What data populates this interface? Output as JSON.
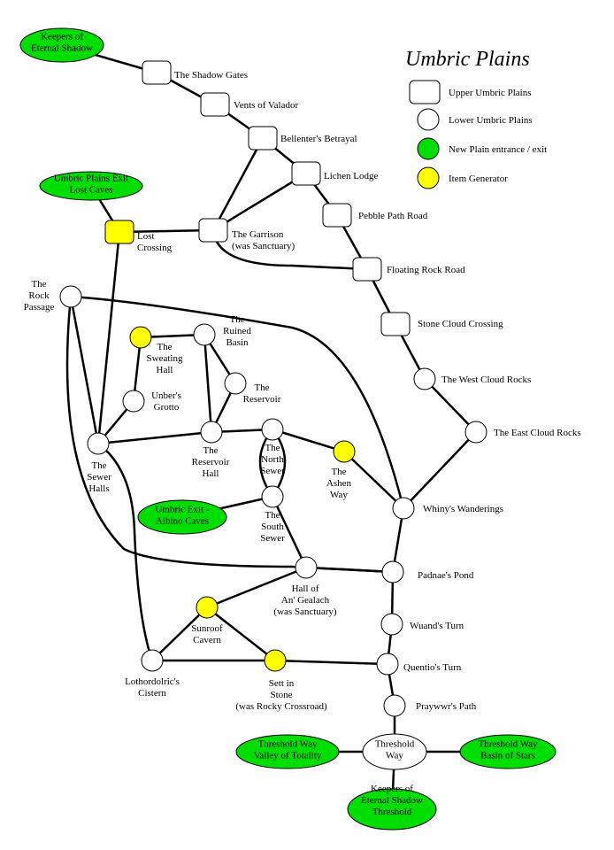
{
  "title": "Umbric Plains",
  "colors": {
    "upper": "#ffffff",
    "lower": "#ffffff",
    "exit": "#00dd00",
    "item": "#ffff00",
    "line": "#000000"
  },
  "legend": [
    {
      "shape": "rect",
      "color": "#ffffff",
      "label": "Upper Umbric Plains"
    },
    {
      "shape": "circle",
      "color": "#ffffff",
      "label": "Lower Umbric Plains"
    },
    {
      "shape": "circle",
      "color": "#00dd00",
      "label": "New Plain entrance / exit"
    },
    {
      "shape": "circle",
      "color": "#ffff00",
      "label": "Item Generator"
    }
  ],
  "nodes": [
    {
      "id": "keepers-top",
      "type": "exit",
      "lines": [
        "Keepers of",
        "Eternal Shadow"
      ]
    },
    {
      "id": "shadow-gates",
      "type": "upper",
      "lines": [
        "The Shadow Gates"
      ]
    },
    {
      "id": "vents-valador",
      "type": "upper",
      "lines": [
        "Vents of Valador"
      ]
    },
    {
      "id": "bellenter",
      "type": "upper",
      "lines": [
        "Bellenter's Betrayal"
      ]
    },
    {
      "id": "lichen-lodge",
      "type": "upper",
      "lines": [
        "Lichen Lodge"
      ]
    },
    {
      "id": "pebble-path",
      "type": "upper",
      "lines": [
        "Pebble Path Road"
      ]
    },
    {
      "id": "garrison",
      "type": "upper",
      "lines": [
        "The Garrison",
        "(was Sanctuary)"
      ]
    },
    {
      "id": "floating-rock",
      "type": "upper",
      "lines": [
        "Floating Rock Road"
      ]
    },
    {
      "id": "stone-cloud",
      "type": "upper",
      "lines": [
        "Stone Cloud Crossing"
      ]
    },
    {
      "id": "west-cloud",
      "type": "lower",
      "lines": [
        "The West Cloud Rocks"
      ]
    },
    {
      "id": "east-cloud",
      "type": "lower",
      "lines": [
        "The East Cloud Rocks"
      ]
    },
    {
      "id": "lost-caves-exit",
      "type": "exit",
      "lines": [
        "Umbric Plains Exit",
        "Lost Caves"
      ]
    },
    {
      "id": "lost-crossing",
      "type": "item-rect",
      "lines": [
        "Lost",
        "Crossing"
      ]
    },
    {
      "id": "rock-passage",
      "type": "lower",
      "lines": [
        "The",
        "Rock",
        "Passage"
      ]
    },
    {
      "id": "sweating-hall",
      "type": "item",
      "lines": [
        "The",
        "Sweating",
        "Hall"
      ]
    },
    {
      "id": "ruined-basin",
      "type": "lower",
      "lines": [
        "The",
        "Ruined",
        "Basin"
      ]
    },
    {
      "id": "unbers-grotto",
      "type": "lower",
      "lines": [
        "Unber's",
        "Grotto"
      ]
    },
    {
      "id": "reservoir",
      "type": "lower",
      "lines": [
        "The",
        "Reservoir"
      ]
    },
    {
      "id": "sewer-halls",
      "type": "lower",
      "lines": [
        "The",
        "Sewer",
        "Halls"
      ]
    },
    {
      "id": "reservoir-hall",
      "type": "lower",
      "lines": [
        "The",
        "Reservoir",
        "Hall"
      ]
    },
    {
      "id": "north-sewer",
      "type": "lower",
      "lines": [
        "The",
        "North",
        "Sewer"
      ]
    },
    {
      "id": "ashen-way",
      "type": "item",
      "lines": [
        "The",
        "Ashen",
        "Way"
      ]
    },
    {
      "id": "whinys",
      "type": "lower",
      "lines": [
        "Whiny's Wanderings"
      ]
    },
    {
      "id": "albino-exit",
      "type": "exit",
      "lines": [
        "Umbric Exit -",
        "Albino Caves"
      ]
    },
    {
      "id": "south-sewer",
      "type": "lower",
      "lines": [
        "The",
        "South",
        "Sewer"
      ]
    },
    {
      "id": "hall-angealach",
      "type": "lower",
      "lines": [
        "Hall of",
        "An' Gealach",
        "(was Sanctuary)"
      ]
    },
    {
      "id": "padnaes-pond",
      "type": "lower",
      "lines": [
        "Padnae's Pond"
      ]
    },
    {
      "id": "sunroof-cavern",
      "type": "item",
      "lines": [
        "Sunroof",
        "Cavern"
      ]
    },
    {
      "id": "wuands-turn",
      "type": "lower",
      "lines": [
        "Wuand's Turn"
      ]
    },
    {
      "id": "lothordolric",
      "type": "lower",
      "lines": [
        "Lothordolric's",
        "Cistern"
      ]
    },
    {
      "id": "sett-in-stone",
      "type": "item",
      "lines": [
        "Sett in",
        "Stone",
        "(was Rocky Crossroad)"
      ]
    },
    {
      "id": "quentios-turn",
      "type": "lower",
      "lines": [
        "Quentio's Turn"
      ]
    },
    {
      "id": "praywwrs-path",
      "type": "lower",
      "lines": [
        "Praywwr's Path"
      ]
    },
    {
      "id": "threshold-way",
      "type": "lower",
      "lines": [
        "Threshold",
        "Way"
      ]
    },
    {
      "id": "valley-totality",
      "type": "exit",
      "lines": [
        "Threshold Way",
        "Valley of Totality"
      ]
    },
    {
      "id": "basin-stars",
      "type": "exit",
      "lines": [
        "Threshold Way",
        "Basin of Stars"
      ]
    },
    {
      "id": "keepers-threshold",
      "type": "exit",
      "lines": [
        "Keepers of",
        "Eternal Shadow",
        "Threshold"
      ]
    }
  ],
  "edges": [
    [
      "keepers-top",
      "shadow-gates"
    ],
    [
      "shadow-gates",
      "vents-valador"
    ],
    [
      "vents-valador",
      "bellenter"
    ],
    [
      "bellenter",
      "lichen-lodge"
    ],
    [
      "bellenter",
      "garrison"
    ],
    [
      "lichen-lodge",
      "garrison"
    ],
    [
      "lichen-lodge",
      "pebble-path"
    ],
    [
      "pebble-path",
      "floating-rock"
    ],
    [
      "garrison",
      "floating-rock"
    ],
    [
      "garrison",
      "lost-crossing"
    ],
    [
      "lost-caves-exit",
      "lost-crossing"
    ],
    [
      "lost-crossing",
      "sewer-halls"
    ],
    [
      "floating-rock",
      "stone-cloud"
    ],
    [
      "stone-cloud",
      "west-cloud"
    ],
    [
      "west-cloud",
      "east-cloud"
    ],
    [
      "east-cloud",
      "whinys"
    ],
    [
      "rock-passage",
      "whinys"
    ],
    [
      "rock-passage",
      "sewer-halls"
    ],
    [
      "rock-passage",
      "padnaes-pond"
    ],
    [
      "sweating-hall",
      "ruined-basin"
    ],
    [
      "sweating-hall",
      "unbers-grotto"
    ],
    [
      "unbers-grotto",
      "sewer-halls"
    ],
    [
      "ruined-basin",
      "reservoir"
    ],
    [
      "ruined-basin",
      "reservoir-hall"
    ],
    [
      "reservoir",
      "reservoir-hall"
    ],
    [
      "sewer-halls",
      "reservoir-hall"
    ],
    [
      "sewer-halls",
      "lothordolric"
    ],
    [
      "reservoir-hall",
      "north-sewer"
    ],
    [
      "north-sewer",
      "ashen-way"
    ],
    [
      "ashen-way",
      "whinys"
    ],
    [
      "north-sewer",
      "south-sewer"
    ],
    [
      "albino-exit",
      "south-sewer"
    ],
    [
      "south-sewer",
      "hall-angealach"
    ],
    [
      "hall-angealach",
      "padnaes-pond"
    ],
    [
      "hall-angealach",
      "sunroof-cavern"
    ],
    [
      "whinys",
      "padnaes-pond"
    ],
    [
      "padnaes-pond",
      "wuands-turn"
    ],
    [
      "wuands-turn",
      "quentios-turn"
    ],
    [
      "sunroof-cavern",
      "lothordolric"
    ],
    [
      "sunroof-cavern",
      "sett-in-stone"
    ],
    [
      "lothordolric",
      "sett-in-stone"
    ],
    [
      "sett-in-stone",
      "quentios-turn"
    ],
    [
      "quentios-turn",
      "praywwrs-path"
    ],
    [
      "praywwrs-path",
      "threshold-way"
    ],
    [
      "threshold-way",
      "valley-totality"
    ],
    [
      "threshold-way",
      "basin-stars"
    ],
    [
      "threshold-way",
      "keepers-threshold"
    ]
  ]
}
